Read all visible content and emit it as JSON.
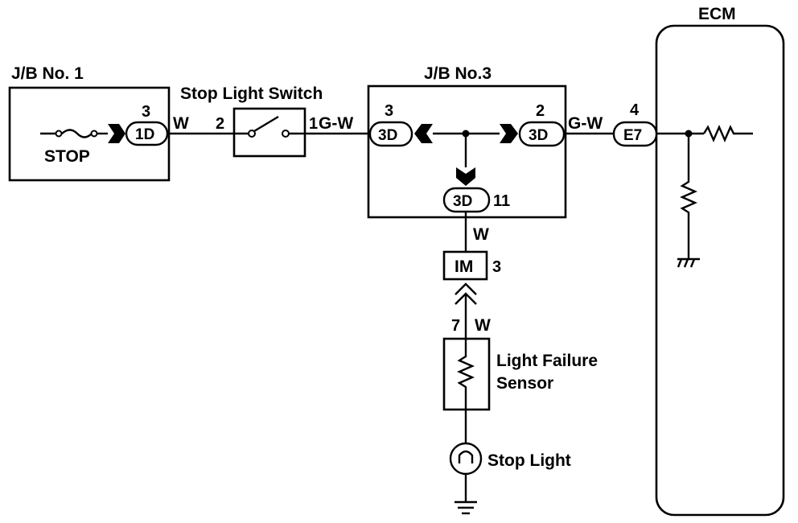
{
  "ecm": {
    "title": "ECM",
    "connector": "E7",
    "pin": "4"
  },
  "jb1": {
    "title": "J/B No. 1",
    "fuse": "STOP",
    "connector": "1D",
    "pin": "3"
  },
  "switch": {
    "title": "Stop Light Switch",
    "pin_in": "2",
    "pin_out": "1"
  },
  "jb3": {
    "title": "J/B No.3",
    "conn_left": "3D",
    "pin_left": "3",
    "conn_right": "3D",
    "pin_right": "2",
    "conn_bottom": "3D",
    "pin_bottom": "11"
  },
  "wires": {
    "jb1_to_switch": "W",
    "switch_to_jb3": "G-W",
    "jb3_to_ecm": "G-W",
    "jb3_to_im": "W",
    "im_to_sensor": "W"
  },
  "im": {
    "label": "IM",
    "pin": "3"
  },
  "sensor": {
    "title_line1": "Light Failure",
    "title_line2": "Sensor",
    "pin": "7"
  },
  "lamp": {
    "label": "Stop Light"
  }
}
